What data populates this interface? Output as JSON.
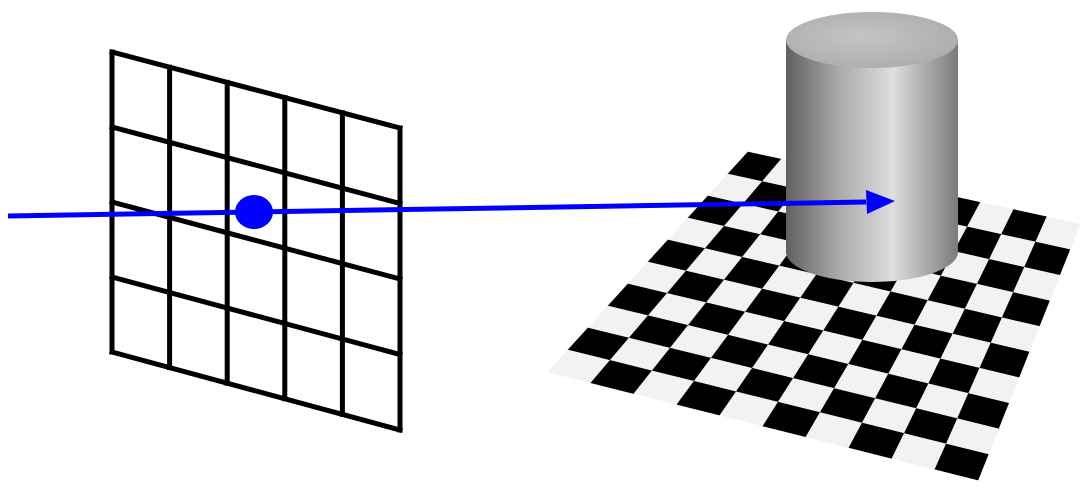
{
  "colors": {
    "background": "#ffffff",
    "grid_line": "#000000",
    "ray": "#0000ff",
    "checker_dark": "#000000",
    "checker_light": "#f2f2f2",
    "cylinder_top": "#b9b9b9",
    "cylinder_side_light": "#e2e2e2",
    "cylinder_side_dark": "#6e6e6e"
  },
  "image_plane": {
    "columns": 5,
    "rows": 4
  },
  "floor": {
    "checker_count": 10
  },
  "icons": {
    "ray_arrowhead": "arrow-head-icon",
    "pixel_marker": "circle-dot-icon"
  }
}
